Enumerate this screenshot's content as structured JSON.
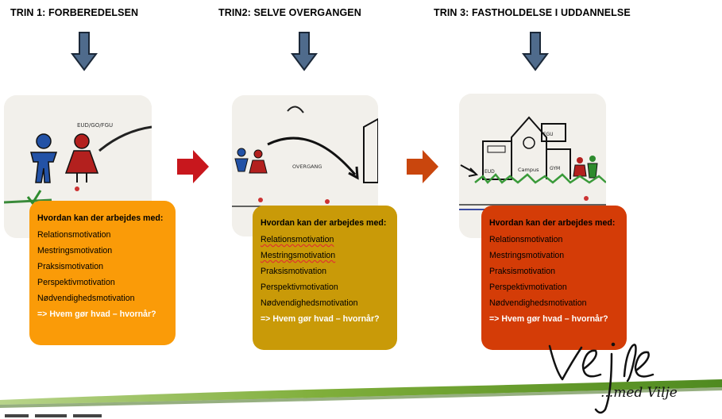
{
  "steps": [
    {
      "title": "TRIN 1: FORBEREDELSEN",
      "card_title": "Hvordan kan der arbejdes med:",
      "items": [
        "Relationsmotivation",
        "Mestringsmotivation",
        "Praksismotivation",
        "Perspektivmotivation",
        "Nødvendighedsmotivation"
      ],
      "question": "=> Hvem gør hvad – hvornår?",
      "color": "#fa9b08"
    },
    {
      "title": "TRIN2: SELVE OVERGANGEN",
      "card_title": "Hvordan kan der arbejdes med:",
      "items": [
        "Relationsmotivation",
        "Mestringsmotivation",
        "Praksismotivation",
        "Perspektivmotivation",
        "Nødvendighedsmotivation"
      ],
      "question": "=> Hvem gør hvad – hvornår?",
      "color": "#c99a08"
    },
    {
      "title": "TRIN 3: FASTHOLDELSE I UDDANNELSE",
      "card_title": "Hvordan kan der arbejdes med:",
      "items": [
        "Relationsmotivation",
        "Mestringsmotivation",
        "Praksismotivation",
        "Perspektivmotivation",
        "Nødvendighedsmotivation"
      ],
      "question": "=> Hvem gør hvad – hvornår?",
      "color": "#d43c07"
    }
  ],
  "sketch_labels": {
    "edu": "EUD/GO/FGU",
    "transition": "OVERGANG",
    "fgu": "FGU",
    "eud": "EUD",
    "campus": "Campus",
    "gym": "GYM"
  },
  "logo": {
    "name": "Vejle",
    "tagline": "...med Vilje"
  },
  "colors": {
    "down_arrow": "#4f6b8c",
    "right_arrow_1": "#c8171d",
    "right_arrow_2": "#c9460d",
    "swoosh_green": "#6a9a2e"
  }
}
